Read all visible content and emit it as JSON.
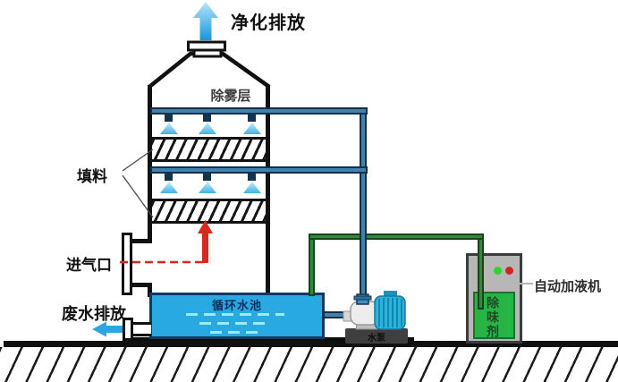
{
  "diagram": {
    "type": "waste-gas-scrubber-schematic",
    "labels": {
      "purified_discharge": "净化排放",
      "demister_layer": "除雾层",
      "packing": "填料",
      "air_inlet": "进气口",
      "wastewater_discharge": "废水排放",
      "circulating_pool": "循环水池",
      "pump": "水泵",
      "deodorant_agent": "除味剂",
      "auto_dosing_machine": "自动加液机"
    },
    "colors": {
      "water_pipe": "#4181ac",
      "water_pipe_border": "#13304a",
      "dosing_pipe": "#2f8a3c",
      "dosing_pipe_border": "#17441f",
      "tank_fill": "#29a9e1",
      "tank_border": "#0e3a63",
      "spray_cone": "#41b2e6",
      "flow_arrow_red": "#d62a1e",
      "flow_arrow_blue": "#2aa7e0",
      "feeder_body": "#b7b7b7",
      "feeder_liquid": "#28b445",
      "indicator_green": "#2ed32e",
      "indicator_red": "#d32222"
    }
  }
}
